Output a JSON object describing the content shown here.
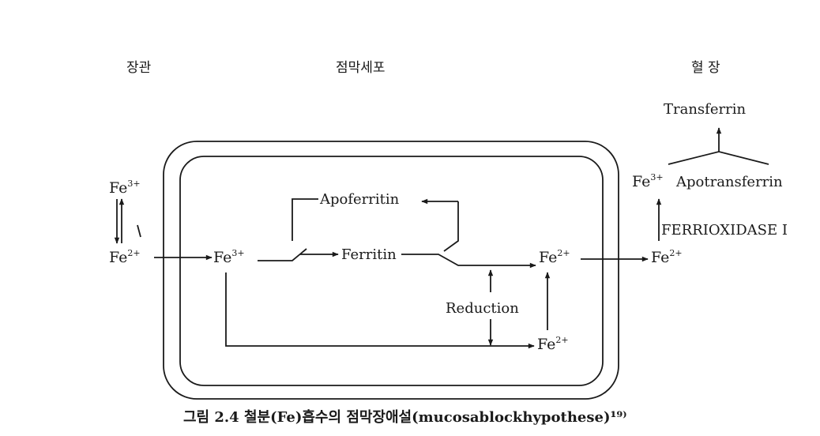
{
  "headers": {
    "intestine": "장관",
    "mucosal_cell": "점막세포",
    "plasma": "혈 장"
  },
  "species": {
    "fe": "Fe",
    "plus3": "3+",
    "plus2": "2+"
  },
  "labels": {
    "apoferritin": "Apoferritin",
    "ferritin": "Ferritin",
    "reduction": "Reduction",
    "transferrin": "Transferrin",
    "apotransferrin": "Apotransferrin",
    "ferrioxidase": "FERRIOXIDASE I"
  },
  "caption": "그림 2.4 철분(Fe)흡수의 점막장애설(mucosablockhypothese)¹⁹⁾"
}
